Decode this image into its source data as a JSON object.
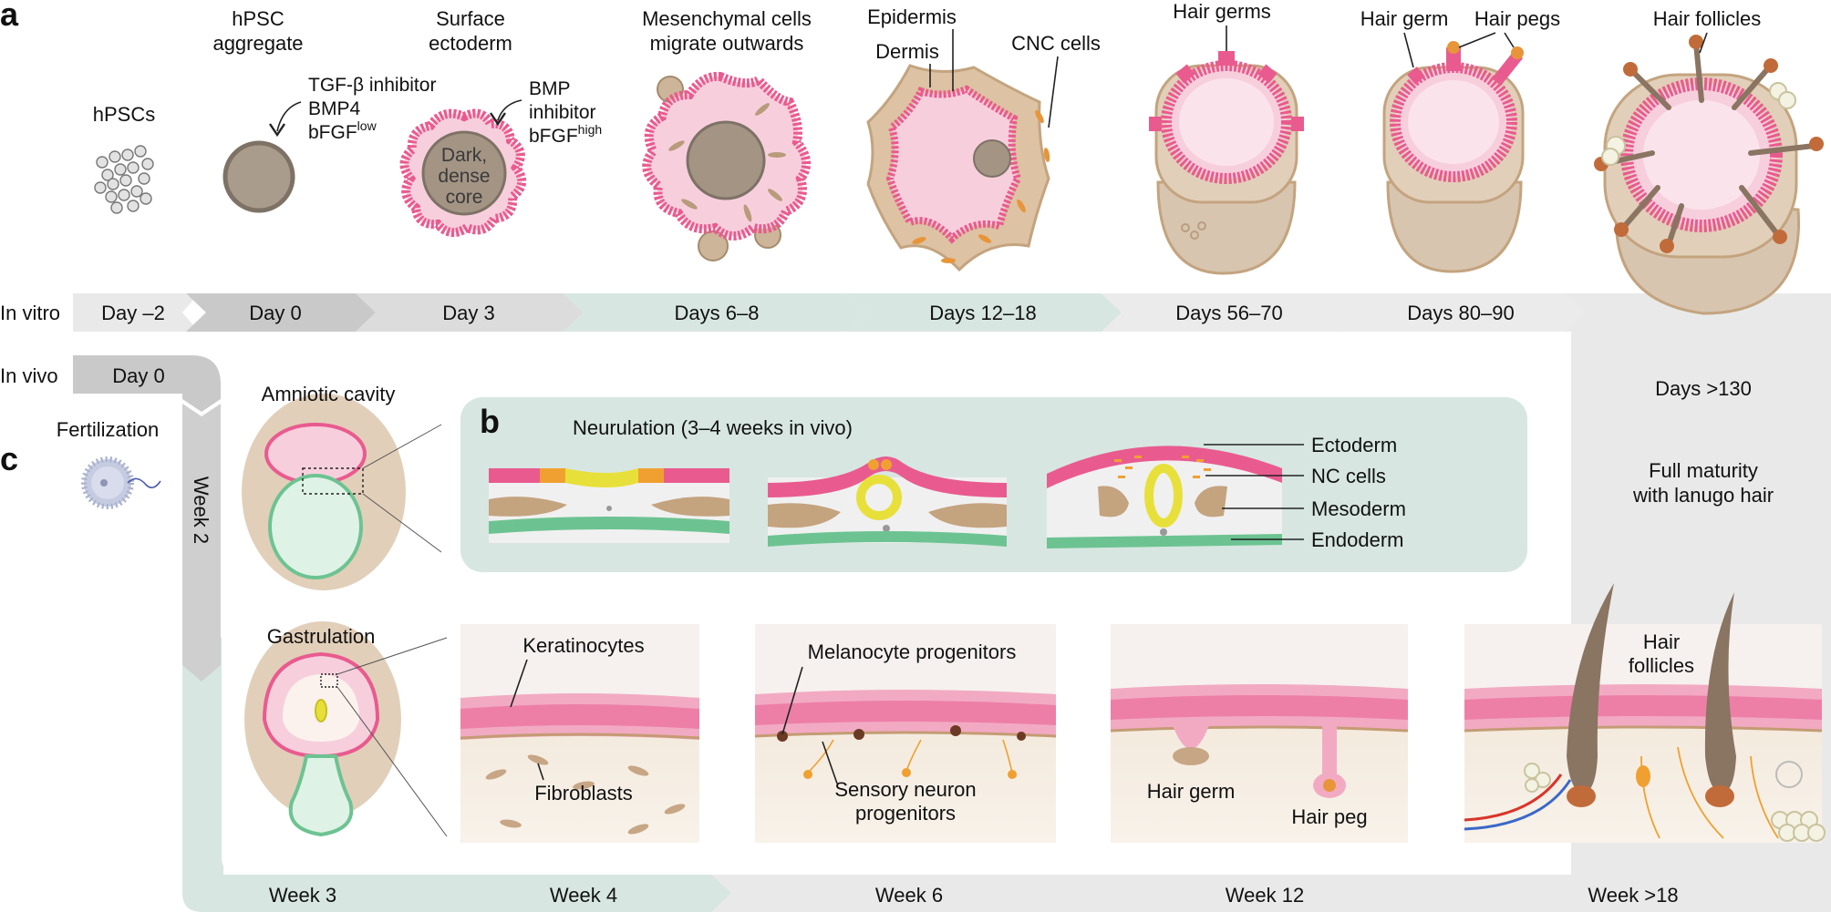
{
  "panels": {
    "a": "a",
    "b": "b",
    "c": "c"
  },
  "stages": {
    "hpscs": "hPSCs",
    "aggregate": [
      "hPSC",
      "aggregate"
    ],
    "ectoderm": [
      "Surface",
      "ectoderm"
    ],
    "mesenchymal": [
      "Mesenchymal cells",
      "migrate outwards"
    ],
    "epidermis": "Epidermis",
    "dermis": "Dermis",
    "cnc": "CNC cells",
    "hair_germs": "Hair germs",
    "hair_germ": "Hair germ",
    "hair_pegs": "Hair pegs",
    "hair_follicles": "Hair follicles"
  },
  "treatments": {
    "day0": [
      "TGF-β inhibitor",
      "BMP4",
      "bFGF",
      "low"
    ],
    "day3": [
      "BMP",
      "inhibitor",
      "bFGF",
      "high"
    ]
  },
  "core_label": [
    "Dark,",
    "dense",
    "core"
  ],
  "timeline": {
    "in_vitro_label": "In vitro",
    "in_vivo_label": "In vivo",
    "in_vitro": [
      "Day –2",
      "Day 0",
      "Day 3",
      "Days 6–8",
      "Days 12–18",
      "Days 56–70",
      "Days 80–90"
    ],
    "in_vivo_day0": "Day 0",
    "week2": "Week 2",
    "weeks": [
      "Week 3",
      "Week 4",
      "Week 6",
      "Week 12",
      "Week >18"
    ],
    "days130": "Days >130",
    "maturity": [
      "Full maturity",
      "with lanugo hair"
    ]
  },
  "fertilization": "Fertilization",
  "amniotic": "Amniotic cavity",
  "gastrulation": "Gastrulation",
  "neurulation": {
    "title": "Neurulation  (3–4 weeks in vivo)",
    "labels": [
      "Ectoderm",
      "NC cells",
      "Mesoderm",
      "Endoderm"
    ]
  },
  "skin": {
    "keratinocytes": "Keratinocytes",
    "fibroblasts": "Fibroblasts",
    "melanocyte": "Melanocyte progenitors",
    "sensory": [
      "Sensory neuron",
      "progenitors"
    ],
    "hair_germ": "Hair germ",
    "hair_peg": "Hair peg",
    "hair_follicles": [
      "Hair",
      "follicles"
    ]
  },
  "colors": {
    "pink": "#e95b8f",
    "pink_light": "#f7cfdc",
    "tan": "#c9a882",
    "tan_light": "#e8d6c0",
    "teal_panel": "#d7e6e1",
    "grey_arrow": "#cfcfcf",
    "green": "#6cc391",
    "yellow": "#e8e03a",
    "orange": "#f0a030"
  }
}
